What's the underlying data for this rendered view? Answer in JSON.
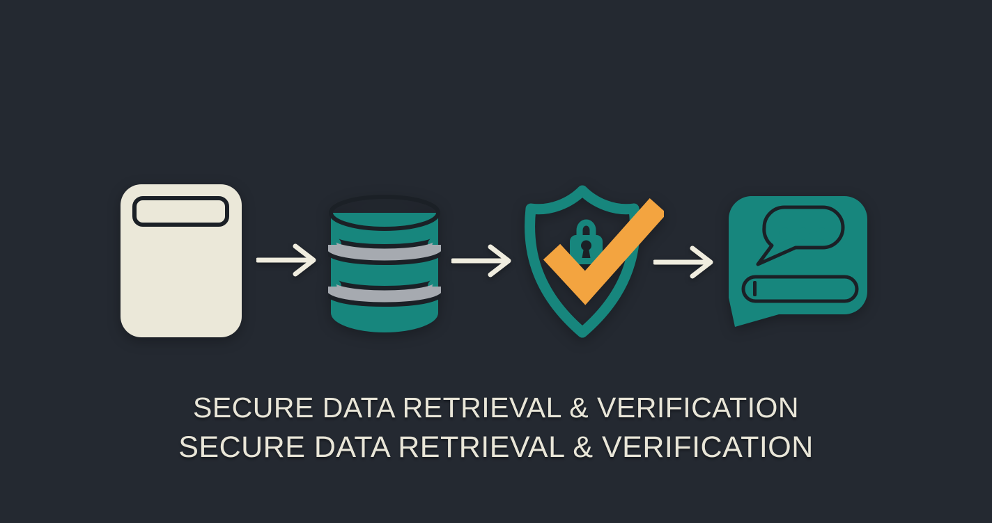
{
  "colors": {
    "bg": "#242931",
    "teal": "#17867D",
    "orange": "#F3A440",
    "cream": "#EBE8D9",
    "cream2": "#F0EDDF",
    "bubble": "#F1EEE1",
    "outline": "#1B2026",
    "gray": "#A6AAB0",
    "text": "#E9E6D8"
  },
  "flow": {
    "steps": [
      {
        "id": "document",
        "icon": "document-card-icon"
      },
      {
        "id": "database",
        "icon": "database-icon"
      },
      {
        "id": "verification",
        "icon": "shield-lock-checkmark-icon"
      },
      {
        "id": "response",
        "icon": "chat-message-input-icon"
      }
    ],
    "connector_icon": "arrow-right-icon",
    "connector_count": 3
  },
  "caption": {
    "line1": "SECURE DATA RETRIEVAL & VERIFICATION",
    "line2": "SECURE DATA RETRIEVAL & VERIFICATION"
  }
}
